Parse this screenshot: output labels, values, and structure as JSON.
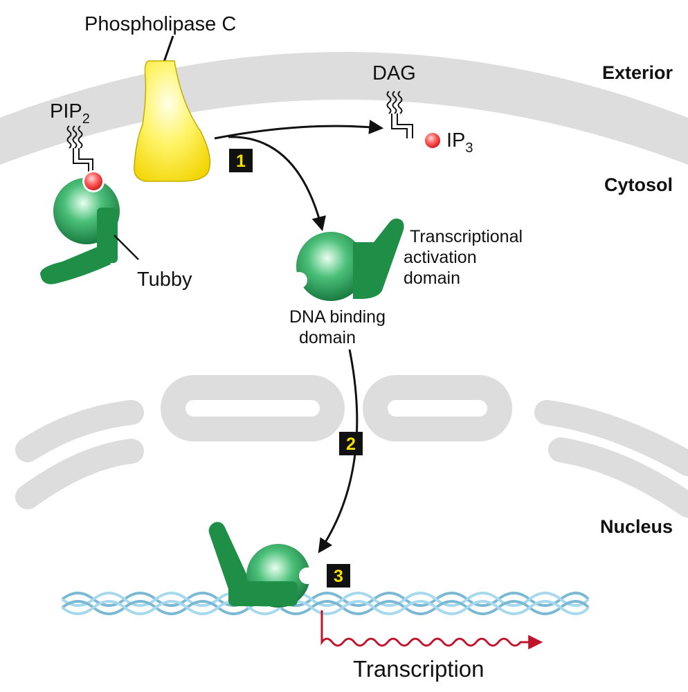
{
  "labels": {
    "phospholipase": "Phospholipase C",
    "dag": "DAG",
    "pip2_base": "PIP",
    "pip2_sub": "2",
    "ip3_base": "IP",
    "ip3_sub": "3",
    "tubby": "Tubby",
    "activation_line1": "Transcriptional",
    "activation_line2": "activation",
    "activation_line3": "domain",
    "dna_binding_line1": "DNA binding",
    "dna_binding_line2": "domain",
    "transcription": "Transcription"
  },
  "regions": {
    "exterior": "Exterior",
    "cytosol": "Cytosol",
    "nucleus": "Nucleus"
  },
  "steps": [
    "1",
    "2",
    "3"
  ],
  "colors": {
    "membrane": "#dddddd",
    "enzyme": "#ffe600",
    "protein": "#1f9a4e",
    "ligand": "#e53030",
    "dna": "#a6d8ee",
    "transcript": "#c0142c",
    "step_box": "#111111",
    "step_text": "#f5e100"
  }
}
